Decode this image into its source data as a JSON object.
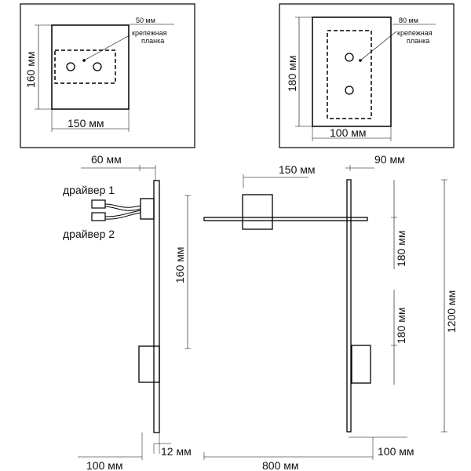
{
  "top_left": {
    "width": "150 мм",
    "height": "160 мм",
    "bracket": "50 мм",
    "bracket_label_1": "крепежная",
    "bracket_label_2": "планка"
  },
  "top_right": {
    "width": "100 мм",
    "height": "180 мм",
    "bracket": "80 мм",
    "bracket_label_1": "крепежная",
    "bracket_label_2": "планка"
  },
  "side_view": {
    "depth_top": "60 мм",
    "driver_1": "драйвер 1",
    "driver_2": "драйвер 2",
    "spacing": "160 мм",
    "offset_bottom": "100 мм",
    "thickness": "12 мм"
  },
  "front_view": {
    "arm_length": "150 мм",
    "arm_offset": "90 мм",
    "spacing_upper": "180 мм",
    "spacing_lower": "180 мм",
    "total_height": "1200 мм",
    "width": "800 мм",
    "offset_right": "100 мм"
  }
}
